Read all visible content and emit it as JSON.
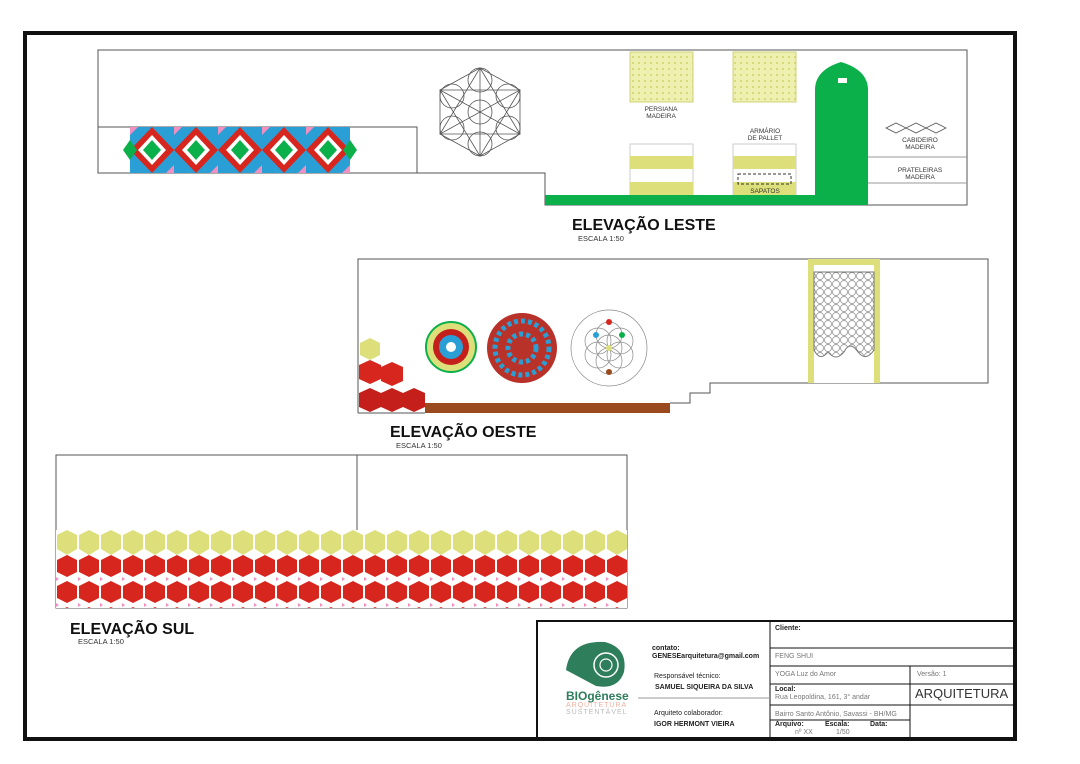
{
  "elevations": {
    "leste": {
      "title": "ELEVAÇÃO LESTE",
      "scale": "ESCALA 1:50",
      "labels": {
        "persiana": [
          "PERSIANA",
          "MADEIRA"
        ],
        "armario": [
          "ARMÁRIO",
          "DE PALLET"
        ],
        "sapatos": "SAPATOS",
        "cabideiro": [
          "CABIDEIRO",
          "MADEIRA"
        ],
        "prateleiras": [
          "PRATELEIRAS",
          "MADEIRA"
        ]
      }
    },
    "oeste": {
      "title": "ELEVAÇÃO OESTE",
      "scale": "ESCALA 1:50"
    },
    "sul": {
      "title": "ELEVAÇÃO SUL",
      "scale": "ESCALA 1:50"
    }
  },
  "title_block": {
    "logo": {
      "name": "BIOgênese",
      "sub1": "ARQUITETURA",
      "sub2": "SUSTENTÁVEL"
    },
    "contact_label": "contato:",
    "contact_email": "GENESEarquitetura@gmail.com",
    "resp_label": "Responsável técnico:",
    "resp_name": "SAMUEL SIQUEIRA DA SILVA",
    "collab_label": "Arquiteto colaborador:",
    "collab_name": "IGOR HERMONT VIEIRA",
    "client_label": "Cliente:",
    "client_line1": "FENG SHUI",
    "client_line2": "YOGA Luz do Amor",
    "version": "Versão: 1",
    "discipline": "ARQUITETURA",
    "local_label": "Local:",
    "local_line1": "Rua Leopoldina, 161, 3° andar",
    "local_line2": "Bairro Santo Antônio, Savassi - BH/MG",
    "file_label": "Arquivo:",
    "file_value": "nº XX",
    "scale_label": "Escala:",
    "scale_value": "1/50",
    "date_label": "Data:"
  },
  "colors": {
    "green": "#0bb04a",
    "yellow": "#dde07a",
    "red": "#d7261e",
    "blue": "#2a9fd6",
    "pink": "#f08fc0",
    "brown": "#9a4a1e",
    "logo_green": "#2e7d5b"
  }
}
